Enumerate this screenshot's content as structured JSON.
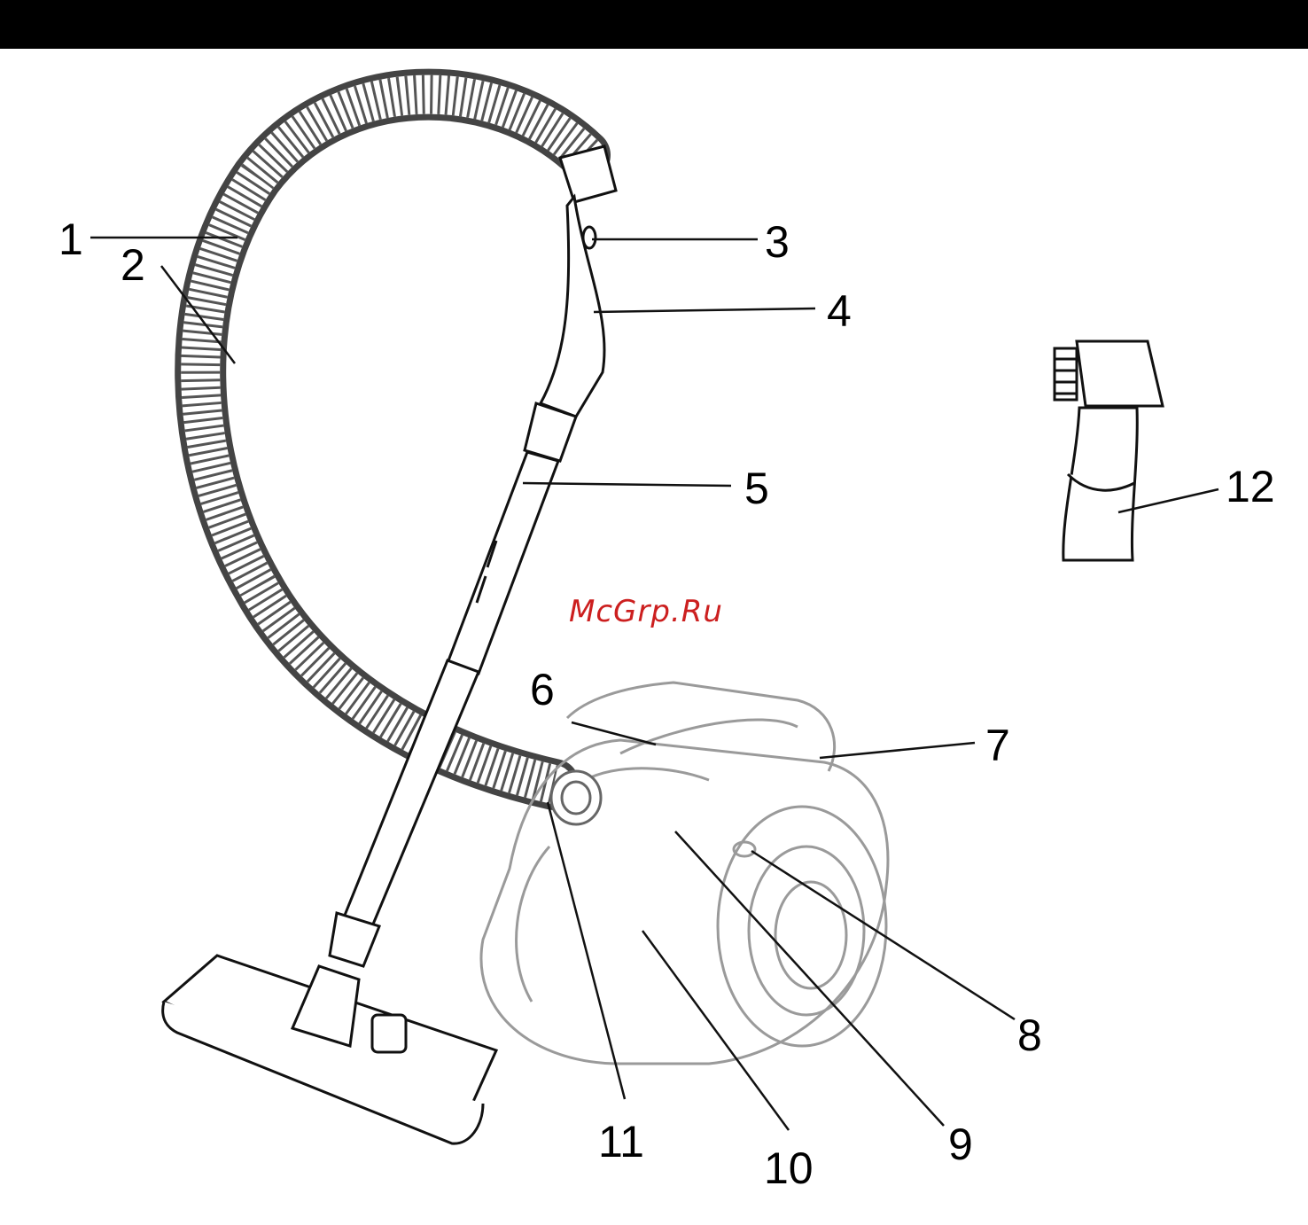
{
  "watermark": {
    "text": "McGrp.Ru",
    "color": "#cc1f1f"
  },
  "callouts": [
    {
      "id": "1",
      "text": "1"
    },
    {
      "id": "2",
      "text": "2"
    },
    {
      "id": "3",
      "text": "3"
    },
    {
      "id": "4",
      "text": "4"
    },
    {
      "id": "5",
      "text": "5"
    },
    {
      "id": "6",
      "text": "6"
    },
    {
      "id": "7",
      "text": "7"
    },
    {
      "id": "8",
      "text": "8"
    },
    {
      "id": "9",
      "text": "9"
    },
    {
      "id": "10",
      "text": "10"
    },
    {
      "id": "11",
      "text": "11"
    },
    {
      "id": "12",
      "text": "12"
    }
  ],
  "colors": {
    "bar": "#000000",
    "line": "#111111",
    "body_line": "#9a9a9a",
    "hose": "#444444"
  }
}
